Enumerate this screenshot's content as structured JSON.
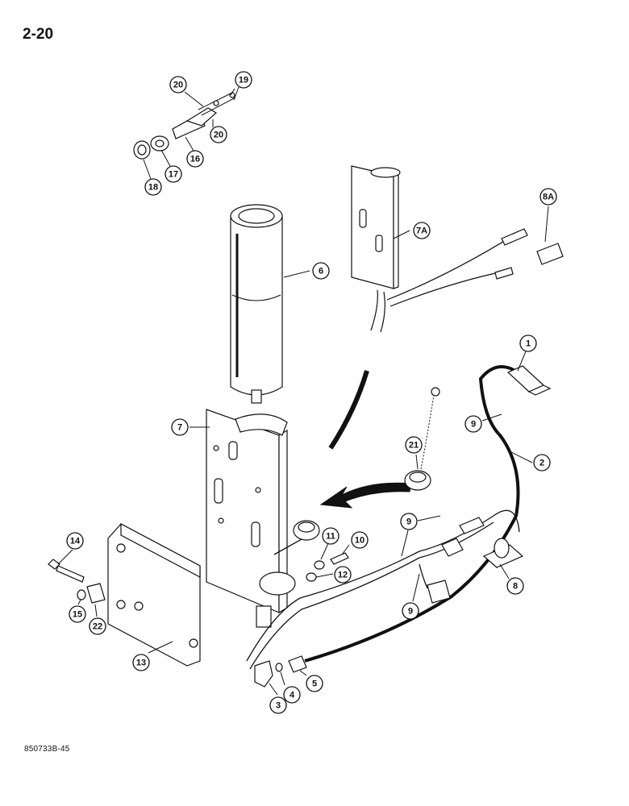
{
  "page": {
    "number": "2-20",
    "figure_code": "850733B-45"
  },
  "callouts": [
    {
      "id": "c20a",
      "label": "20"
    },
    {
      "id": "c19",
      "label": "19"
    },
    {
      "id": "c20b",
      "label": "20"
    },
    {
      "id": "c18",
      "label": "18"
    },
    {
      "id": "c17",
      "label": "17"
    },
    {
      "id": "c16",
      "label": "16"
    },
    {
      "id": "c6",
      "label": "6"
    },
    {
      "id": "c7a",
      "label": "7A"
    },
    {
      "id": "c8a",
      "label": "8A"
    },
    {
      "id": "c1",
      "label": "1"
    },
    {
      "id": "c9a",
      "label": "9"
    },
    {
      "id": "c2",
      "label": "2"
    },
    {
      "id": "c7",
      "label": "7"
    },
    {
      "id": "c21",
      "label": "21"
    },
    {
      "id": "c9b",
      "label": "9"
    },
    {
      "id": "c14",
      "label": "14"
    },
    {
      "id": "c11",
      "label": "11"
    },
    {
      "id": "c10",
      "label": "10"
    },
    {
      "id": "c12",
      "label": "12"
    },
    {
      "id": "c8",
      "label": "8"
    },
    {
      "id": "c9c",
      "label": "9"
    },
    {
      "id": "c15",
      "label": "15"
    },
    {
      "id": "c22",
      "label": "22"
    },
    {
      "id": "c13",
      "label": "13"
    },
    {
      "id": "c5",
      "label": "5"
    },
    {
      "id": "c4",
      "label": "4"
    },
    {
      "id": "c3",
      "label": "3"
    }
  ]
}
